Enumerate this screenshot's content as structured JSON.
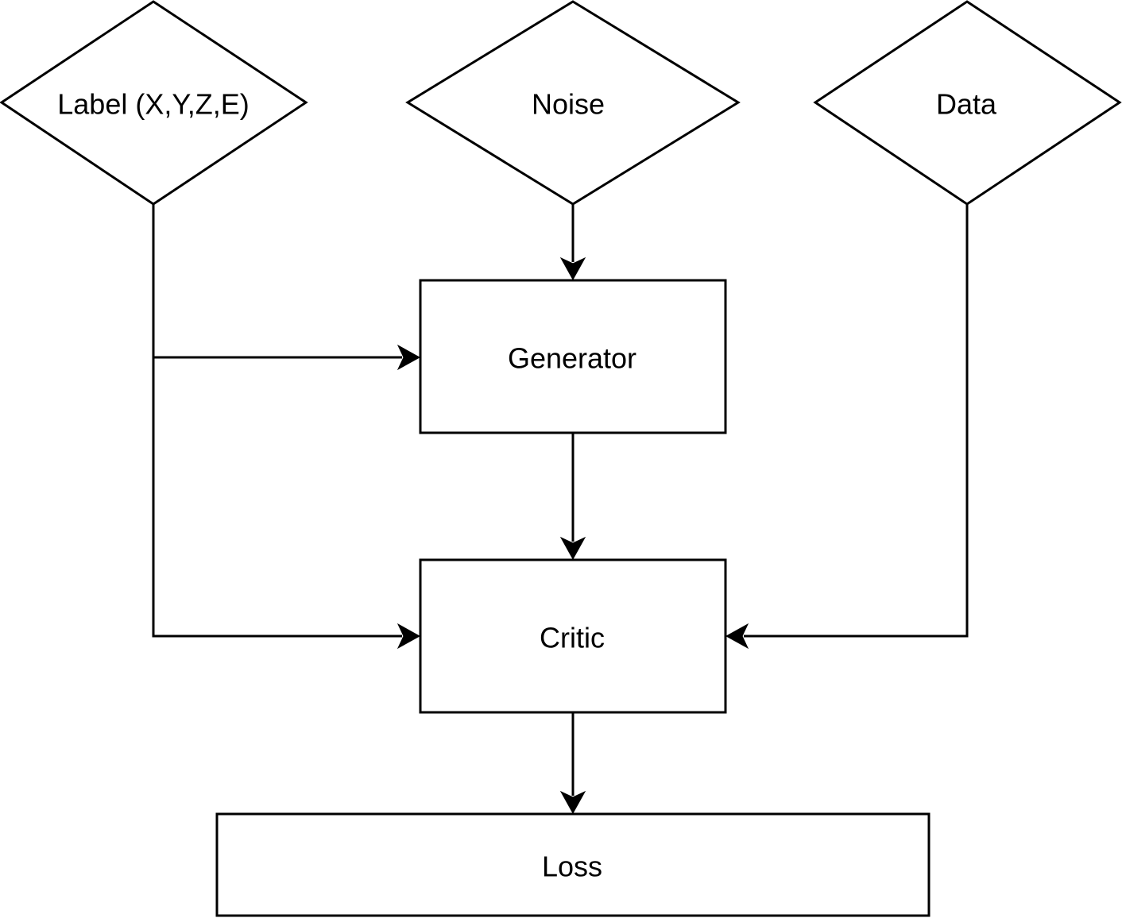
{
  "nodes": {
    "label": {
      "text": "Label (X,Y,Z,E)",
      "shape": "diamond"
    },
    "noise": {
      "text": "Noise",
      "shape": "diamond"
    },
    "data": {
      "text": "Data",
      "shape": "diamond"
    },
    "generator": {
      "text": "Generator",
      "shape": "rectangle"
    },
    "critic": {
      "text": "Critic",
      "shape": "rectangle"
    },
    "loss": {
      "text": "Loss",
      "shape": "rectangle"
    }
  },
  "edges": [
    {
      "from": "noise",
      "to": "generator"
    },
    {
      "from": "label",
      "to": "generator"
    },
    {
      "from": "label",
      "to": "critic"
    },
    {
      "from": "generator",
      "to": "critic"
    },
    {
      "from": "data",
      "to": "critic"
    },
    {
      "from": "critic",
      "to": "loss"
    }
  ],
  "colors": {
    "stroke": "#000000",
    "fill": "#ffffff"
  }
}
